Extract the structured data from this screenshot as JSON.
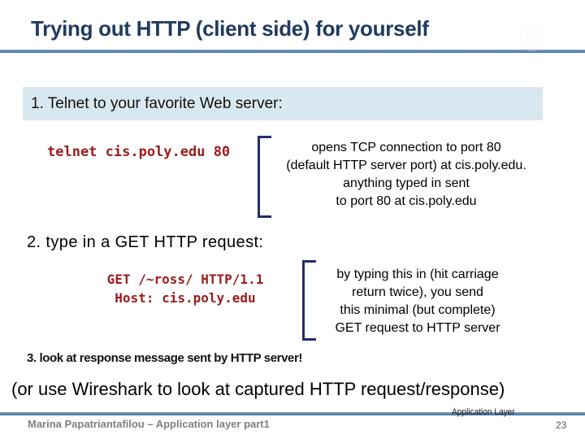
{
  "title": "Trying out HTTP (client side) for yourself",
  "steps": {
    "step1": {
      "heading": "1. Telnet to your favorite Web server:",
      "command": "telnet cis.poly.edu 80",
      "note": "opens TCP connection to port 80\n(default HTTP server port) at cis.poly.edu.\nanything typed in sent\nto port 80 at cis.poly.edu"
    },
    "step2": {
      "heading": "2. type in a GET HTTP request:",
      "command": "GET /~ross/ HTTP/1.1\nHost: cis.poly.edu",
      "note": "by typing this in (hit carriage\nreturn twice), you send\nthis minimal (but complete)\nGET request to HTTP server"
    },
    "step3": {
      "heading": "3. look at response message sent by HTTP server!"
    }
  },
  "wireshark_note": "(or use Wireshark to look at captured HTTP request/response)",
  "footer": {
    "section_label": "Application Layer",
    "author": "Marina Papatriantafilou – Application layer part1",
    "page_number": "23"
  },
  "colors": {
    "title_navy": "#1F3A5F",
    "accent_line_blue": "#5B84AE",
    "step1_box_bg": "#D9E8F0",
    "code_red": "#9B1B1B",
    "bracket_navy": "#232D6B",
    "footer_gray": "#7F7F7F"
  }
}
